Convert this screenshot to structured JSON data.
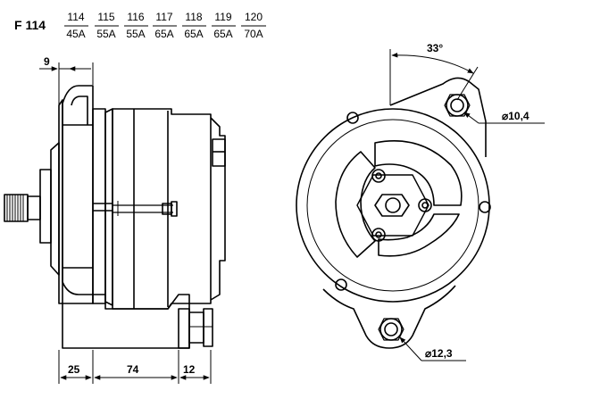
{
  "header": {
    "model": "F 114",
    "variants": [
      {
        "code": "114",
        "rating": "45A"
      },
      {
        "code": "115",
        "rating": "55A"
      },
      {
        "code": "116",
        "rating": "55A"
      },
      {
        "code": "117",
        "rating": "65A"
      },
      {
        "code": "118",
        "rating": "65A"
      },
      {
        "code": "119",
        "rating": "65A"
      },
      {
        "code": "120",
        "rating": "70A"
      }
    ]
  },
  "side_view": {
    "dim_top": "9",
    "dim_bottom_left": "25",
    "dim_bottom_mid": "74",
    "dim_bottom_right": "12"
  },
  "front_view": {
    "angle": "33°",
    "hole_top": "⌀10,4",
    "hole_bottom": "⌀12,3"
  }
}
